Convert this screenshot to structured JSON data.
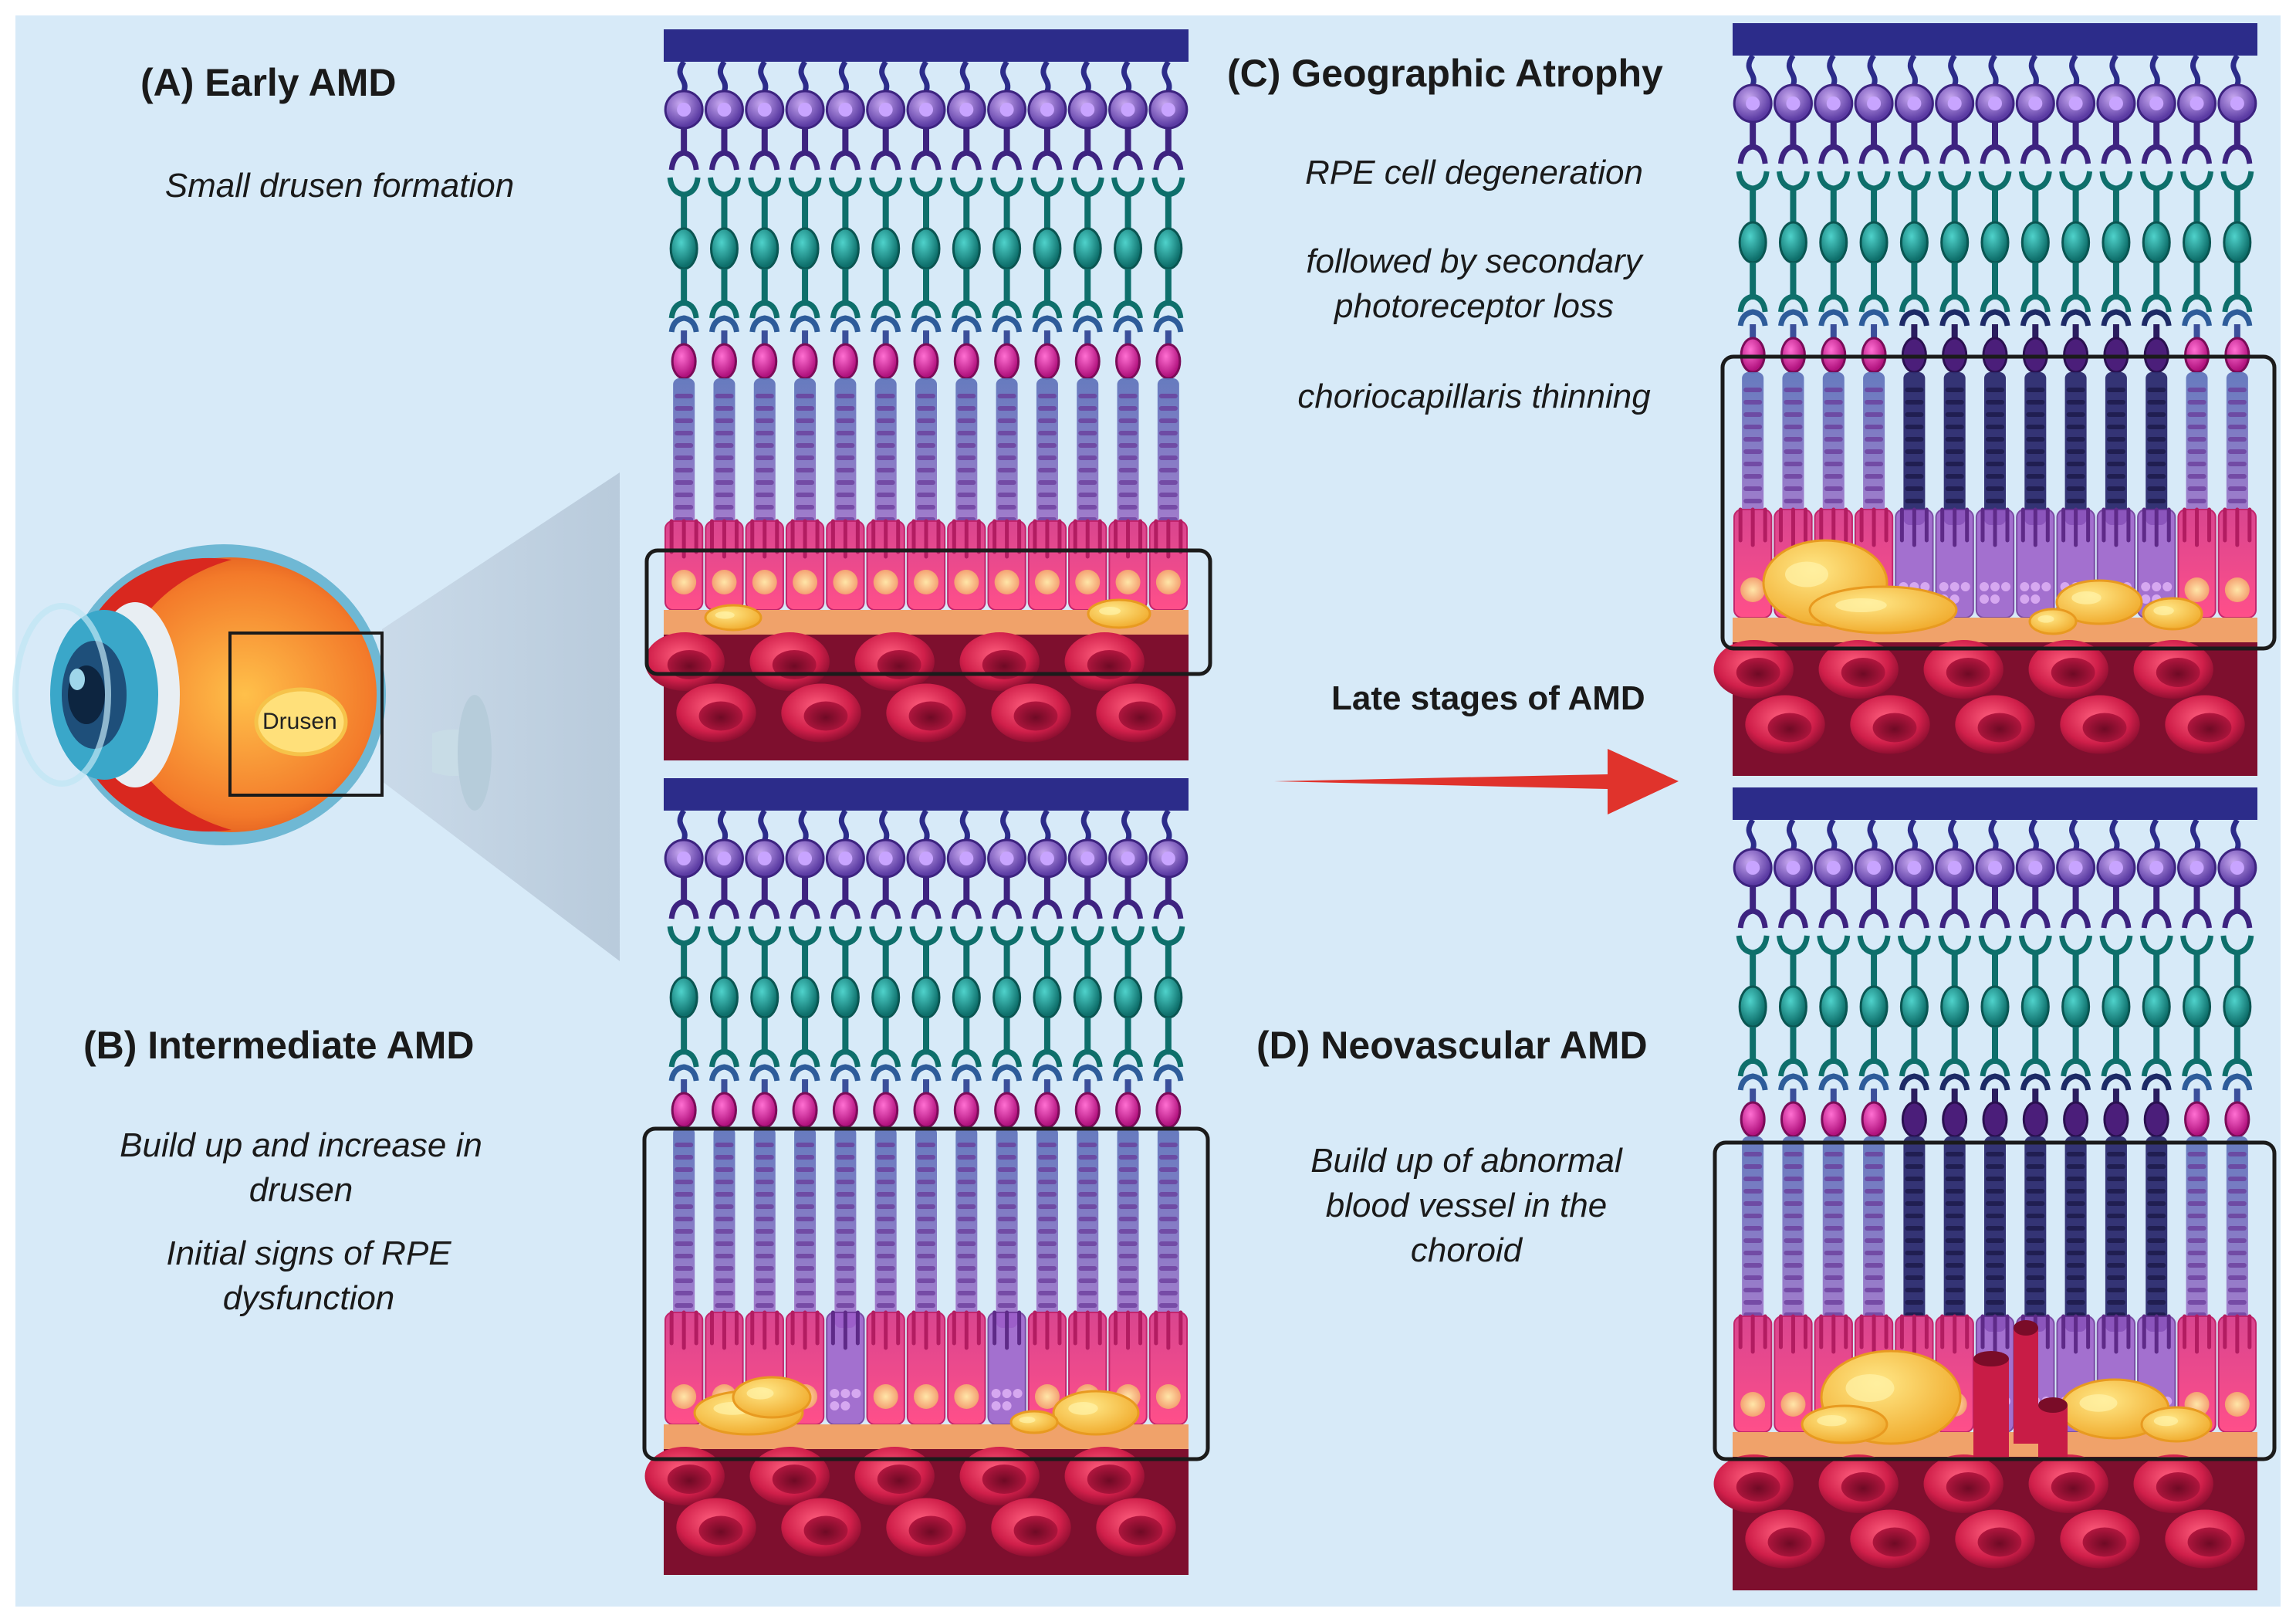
{
  "panels": {
    "a": {
      "title": "(A)   Early AMD",
      "lines": [
        "Small drusen formation"
      ]
    },
    "b": {
      "title": "(B) Intermediate AMD",
      "lines": [
        "Build up and increase in drusen",
        "Initial signs of RPE dysfunction"
      ]
    },
    "c": {
      "title": "(C) Geographic Atrophy",
      "lines": [
        "RPE cell degeneration",
        "followed by secondary photoreceptor loss",
        "choriocapillaris thinning"
      ]
    },
    "d": {
      "title": "(D) Neovascular AMD",
      "lines": [
        "Build up of abnormal blood vessel in the choroid"
      ]
    }
  },
  "arrow_label": "Late stages of AMD",
  "eye": {
    "drusen_label": "Drusen"
  },
  "colors": {
    "background": "#d7eaf8",
    "membrane": "#2c2c8a",
    "ganglion": "#5b3ba3",
    "bipolar": "#138a86",
    "photoreceptor": "#7a3aa0",
    "rpe": "#ea3f86",
    "drusen": "#f6c23a",
    "choroid": "#a3163e",
    "arrow": "#e0332c"
  },
  "icons": [
    "eye-icon",
    "retina-layers",
    "arrow-icon"
  ]
}
